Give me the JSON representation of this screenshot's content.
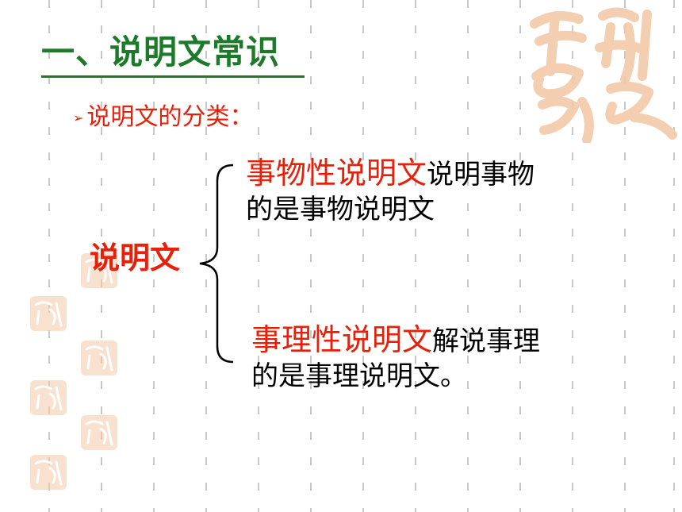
{
  "slide": {
    "title": "一、说明文常识",
    "bullet_label": "说明文的分类：",
    "root_label": "说明文",
    "branches": [
      {
        "term": "事物性说明文",
        "text_line1": "说明事物",
        "text_line2": "的是事物说明文"
      },
      {
        "term": "事理性说明文",
        "text_line1": "解说事理",
        "text_line2": "的是事理说明文。"
      }
    ]
  },
  "colors": {
    "title": "#1d7a2a",
    "accent": "#e8200a",
    "body_text": "#000000",
    "seal": "#f3c9a8"
  },
  "decorations": {
    "background": "dashed-grid-lines",
    "seal_icon": "auspicious-seal-icon"
  }
}
